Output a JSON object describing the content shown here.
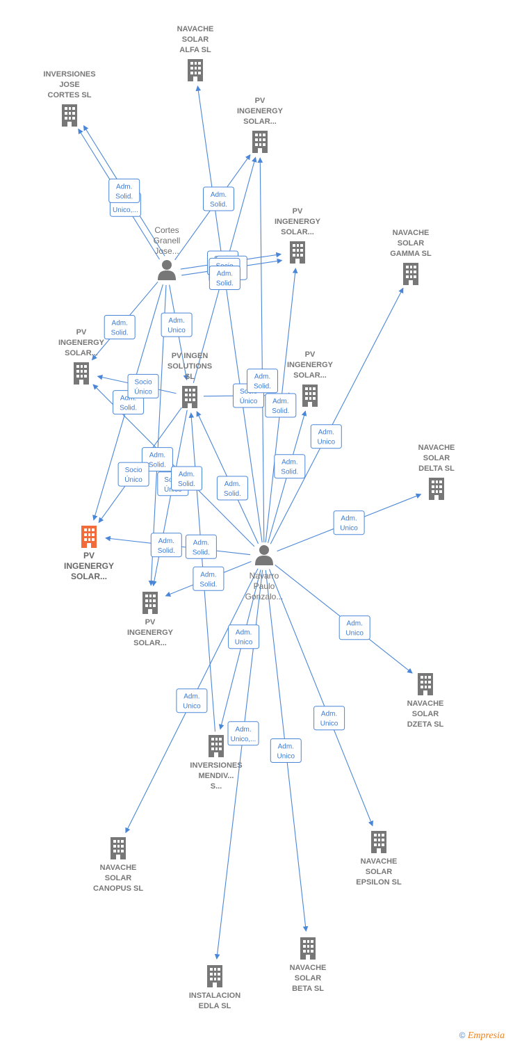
{
  "colors": {
    "edge": "#4a86d8",
    "building": "#777777",
    "focus_building": "#f26b3a",
    "person": "#777777"
  },
  "nodes": [
    {
      "id": "n_alfa",
      "type": "company",
      "label": [
        "NAVACHE",
        "SOLAR",
        "ALFA  SL"
      ]
    },
    {
      "id": "n_jose",
      "type": "company",
      "label": [
        "INVERSIONES",
        "JOSE",
        "CORTES  SL"
      ]
    },
    {
      "id": "n_pv1",
      "type": "company",
      "label": [
        "PV",
        "INGENERGY",
        "SOLAR..."
      ]
    },
    {
      "id": "n_pv2",
      "type": "company",
      "label": [
        "PV",
        "INGENERGY",
        "SOLAR..."
      ]
    },
    {
      "id": "n_gamma",
      "type": "company",
      "label": [
        "NAVACHE",
        "SOLAR",
        "GAMMA  SL"
      ]
    },
    {
      "id": "n_cortes",
      "type": "person",
      "label": [
        "Cortes",
        "Granell",
        "Jose..."
      ]
    },
    {
      "id": "n_pv3",
      "type": "company",
      "label": [
        "PV",
        "INGENERGY",
        "SOLAR..."
      ]
    },
    {
      "id": "n_pvsol",
      "type": "company",
      "label": [
        "PV INGEN",
        "SOLUTIONS",
        "SL"
      ]
    },
    {
      "id": "n_pv4",
      "type": "company",
      "label": [
        "PV",
        "INGENERGY",
        "SOLAR..."
      ]
    },
    {
      "id": "n_delta",
      "type": "company",
      "label": [
        "NAVACHE",
        "SOLAR",
        "DELTA  SL"
      ]
    },
    {
      "id": "n_focus",
      "type": "focus",
      "label": [
        "PV",
        "INGENERGY",
        "SOLAR..."
      ]
    },
    {
      "id": "n_navarro",
      "type": "person",
      "label": [
        "Navarro",
        "Paulo",
        "Gonzalo..."
      ]
    },
    {
      "id": "n_pv5",
      "type": "company",
      "label": [
        "PV",
        "INGENERGY",
        "SOLAR..."
      ]
    },
    {
      "id": "n_dzeta",
      "type": "company",
      "label": [
        "NAVACHE",
        "SOLAR",
        "DZETA  SL"
      ]
    },
    {
      "id": "n_mendiv",
      "type": "company",
      "label": [
        "INVERSIONES",
        "MENDIV...",
        "S..."
      ]
    },
    {
      "id": "n_canopus",
      "type": "company",
      "label": [
        "NAVACHE",
        "SOLAR",
        "CANOPUS  SL"
      ]
    },
    {
      "id": "n_epsilon",
      "type": "company",
      "label": [
        "NAVACHE",
        "SOLAR",
        "EPSILON  SL"
      ]
    },
    {
      "id": "n_edla",
      "type": "company",
      "label": [
        "INSTALACION",
        "EDLA  SL"
      ]
    },
    {
      "id": "n_beta",
      "type": "company",
      "label": [
        "NAVACHE",
        "SOLAR",
        "BETA  SL"
      ]
    }
  ],
  "edges": [
    {
      "from": "n_cortes",
      "to": "n_jose",
      "label": [
        "Adm.",
        "Unico,..."
      ]
    },
    {
      "from": "n_cortes",
      "to": "n_jose",
      "label": [
        "Adm.",
        "Solid."
      ]
    },
    {
      "from": "n_cortes",
      "to": "n_pv1",
      "label": [
        "Adm.",
        "Solid."
      ]
    },
    {
      "from": "n_cortes",
      "to": "n_pv2",
      "label": [
        "Socio",
        "Único"
      ]
    },
    {
      "from": "n_cortes",
      "to": "n_pv2",
      "label": [
        "Adm.",
        "Solid."
      ]
    },
    {
      "from": "n_cortes",
      "to": "n_pv3",
      "label": [
        "Adm.",
        "Solid."
      ]
    },
    {
      "from": "n_cortes",
      "to": "n_pvsol",
      "label": [
        "Adm.",
        "Unico"
      ]
    },
    {
      "from": "n_cortes",
      "to": "n_focus",
      "label": [
        "Adm.",
        "Solid."
      ]
    },
    {
      "from": "n_cortes",
      "to": "n_pv5",
      "label": [
        "Adm.",
        "Solid."
      ]
    },
    {
      "from": "n_pvsol",
      "to": "n_pv3",
      "label": [
        "Socio",
        "Único"
      ]
    },
    {
      "from": "n_pvsol",
      "to": "n_pv4",
      "label": [
        "Socio",
        "Único"
      ]
    },
    {
      "from": "n_pvsol",
      "to": "n_focus",
      "label": [
        "Socio",
        "Único"
      ]
    },
    {
      "from": "n_pvsol",
      "to": "n_pv5",
      "label": [
        "Socio",
        "Único"
      ]
    },
    {
      "from": "n_pvsol",
      "to": "n_pv1",
      "label": [
        "Socio",
        "Único"
      ]
    },
    {
      "from": "n_navarro",
      "to": "n_alfa",
      "label": [
        "Adm.",
        "Solid."
      ]
    },
    {
      "from": "n_navarro",
      "to": "n_pv1",
      "label": [
        "Adm.",
        "Solid."
      ]
    },
    {
      "from": "n_navarro",
      "to": "n_pv2",
      "label": [
        "Adm.",
        "Solid."
      ]
    },
    {
      "from": "n_navarro",
      "to": "n_pv4",
      "label": [
        "Adm.",
        "Solid."
      ]
    },
    {
      "from": "n_navarro",
      "to": "n_gamma",
      "label": [
        "Adm.",
        "Unico"
      ]
    },
    {
      "from": "n_navarro",
      "to": "n_delta",
      "label": [
        "Adm.",
        "Unico"
      ]
    },
    {
      "from": "n_navarro",
      "to": "n_focus",
      "label": [
        "Adm.",
        "Solid."
      ]
    },
    {
      "from": "n_navarro",
      "to": "n_pv3",
      "label": [
        "Adm.",
        "Solid."
      ]
    },
    {
      "from": "n_navarro",
      "to": "n_pv5",
      "label": [
        "Adm.",
        "Solid."
      ]
    },
    {
      "from": "n_navarro",
      "to": "n_dzeta",
      "label": [
        "Adm.",
        "Unico"
      ]
    },
    {
      "from": "n_navarro",
      "to": "n_mendiv",
      "label": [
        "Adm.",
        "Unico"
      ]
    },
    {
      "from": "n_navarro",
      "to": "n_canopus",
      "label": [
        "Adm.",
        "Unico"
      ]
    },
    {
      "from": "n_navarro",
      "to": "n_epsilon",
      "label": [
        "Adm.",
        "Unico"
      ]
    },
    {
      "from": "n_navarro",
      "to": "n_edla",
      "label": [
        "Adm.",
        "Unico,..."
      ]
    },
    {
      "from": "n_navarro",
      "to": "n_beta",
      "label": [
        "Adm.",
        "Unico"
      ]
    },
    {
      "from": "n_mendiv",
      "to": "n_pvsol",
      "label": [
        "Adm.",
        "Solid."
      ]
    },
    {
      "from": "n_navarro",
      "to": "n_pvsol",
      "label": [
        "Adm.",
        "Solid."
      ]
    }
  ],
  "footer": {
    "symbol": "©",
    "brand": "Empresia"
  }
}
